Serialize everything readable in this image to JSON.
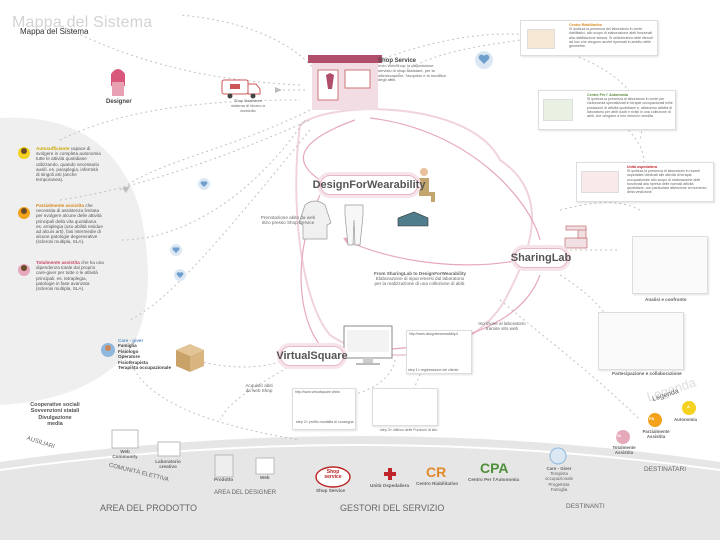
{
  "header": {
    "title": "Mappa del Sistema",
    "subtitle": "Mappa del Sistema"
  },
  "actors": {
    "designer": "Designer",
    "shop_backstore": [
      "Shop Backstore",
      "sistema di ritorno a domicilio"
    ]
  },
  "shop_service": {
    "title": "Shop Service",
    "desc": "Invio WebShop: la disposizione servizio di shop assistant, per la ottimizzazione, l'acquisto e la modifica degli abiti."
  },
  "main_nodes": {
    "dfw": "DesignForWearability",
    "sharing": "SharingLab",
    "vsquare": "VirtualSquare"
  },
  "flows": {
    "prenotazione": [
      "Prenotazione abito da web",
      "ritiro presso Shop Service"
    ],
    "from_sharing": "From SharingLab to DesignForWearability",
    "from_sharing_desc": [
      "Elaborazione di input emersi dal laboratorio",
      "per la realizzazione di una collezione di abiti."
    ],
    "iscrizione": [
      "Iscrizione al laboratorio",
      "tramite sito web"
    ],
    "acquisto": [
      "Acquisto abiti",
      "da web Shop"
    ]
  },
  "left_panel": [
    {
      "title": "Autosufficiente",
      "text": "capace di svolgere in completa autonomia tutte le attività quotidiane utilizzando, quando necessario ausili. es. paraplegia, infermità di singoli arti (anche temporanea)."
    },
    {
      "title": "Parzialmente assistita",
      "text": "che necessita di assistenza limitata per svolgere alcune delle attività principali della vita quotidiana. es. emiplegia (uso abilità residue ad alcuni arti), fasi intermedie di alcune patologie degenerative (sclerosi multipla, SLA)."
    },
    {
      "title": "Totalmente assistita",
      "text": "che ha una dipendenza totale dal proprio care-giver per tutte o le attività principali. es. tetraplegia, patologie in fase avanzata (sclerosi multipla, SLA)."
    }
  ],
  "care_giver": {
    "title": "Care - giver",
    "roles": [
      "Famiglia",
      "Fisiologo",
      "Operatore",
      "Fisioterapista",
      "Terapista occupazionale"
    ]
  },
  "right_cards": [
    {
      "title": "Centro Riabilitativo",
      "text": "Si ipotizza la presenza del laboratorio in centri riabilitativi, allo scopo di elaborazione abiti funzionali alla riabilitazione stessa. Si utilizzeranno abiti ritenuti ad hoc che vengono anche ripensati in ambito delle geometrie."
    },
    {
      "title": "Centro Per l' Autonomia",
      "text": "Si ipotizza la presenza di laboratorio in centri per l'autonomia specializzati in terapie occupazionali nelle postazioni di attività quotidiane e, attraverso attività di laboratorio per abiti cuciti e rivisti in una collezione di abiti, che vengano a loro messi in vendita."
    },
    {
      "title": "Unità ospedaliera",
      "text": "Si ipotizza la presenza di laboratorio in reparti ospedalieri dedicati alle attività di terapia occupazionale allo scopo di elaborazione abiti funzionali alla ripresa delle normali attività quotidiane, con particolare attenzione al momento della vestizione."
    }
  ],
  "sharing_side": {
    "analisi": "Analisi e confronto",
    "partecipazione": "Partecipazione e collaborazione"
  },
  "web_labels": {
    "site1": "http://www.virtualsquare.it/sito",
    "site2": "http://www.designforwearability.it",
    "step1": "step 1» registrazione del cliente",
    "step2": "step 2» profilo modalità di consegna",
    "step3": "step 3» utilizzo delle Funzioni di sito"
  },
  "bottom": {
    "ausiliari": "AUSILIARI",
    "ausiliari_items": [
      "Cooperative sociali",
      "Sovvenzioni statali",
      "Divulgazione media"
    ],
    "community": "COMUNITÀ ELETTIVA",
    "web_community": "Web Community",
    "laboratorio": "Laboratorio creativo",
    "area_prodotto": "AREA DEL PRODOTTO",
    "prodotto": "Prodotto",
    "web": "Web",
    "area_designer": "AREA DEL DESIGNER",
    "shop_logo": [
      "Shop",
      "service"
    ],
    "shop_service": "Shop Service",
    "unita": "Unità Ospedaliera",
    "cr": "CR",
    "centro_riab": "Centro Riabilitativo",
    "cpa": "CPA",
    "centro_aut": "Centro Per l'Autonomia",
    "gestori": "GESTORI DEL SERVIZIO",
    "care_giver": "Care - Giver",
    "care_roles": [
      "Terapista occupazionale",
      "Progettista",
      "Famiglia"
    ],
    "destinanti": "DESTINANTI",
    "legenda": "Legenda",
    "totalmente": "Totalmente Assistita",
    "parzialmente": "Parzialmente Assistita",
    "autonomia": "Autonomia",
    "destinatari": "DESTINATARI",
    "ta": "TA",
    "pa": "PA",
    "a": "A"
  },
  "colors": {
    "pink": "#e8b7c4",
    "blush": "#f7e4ea",
    "orange": "#f2a31b",
    "yellow": "#f4d21f",
    "blue": "#8fb8dd",
    "dotted": "#bfbfbf"
  }
}
